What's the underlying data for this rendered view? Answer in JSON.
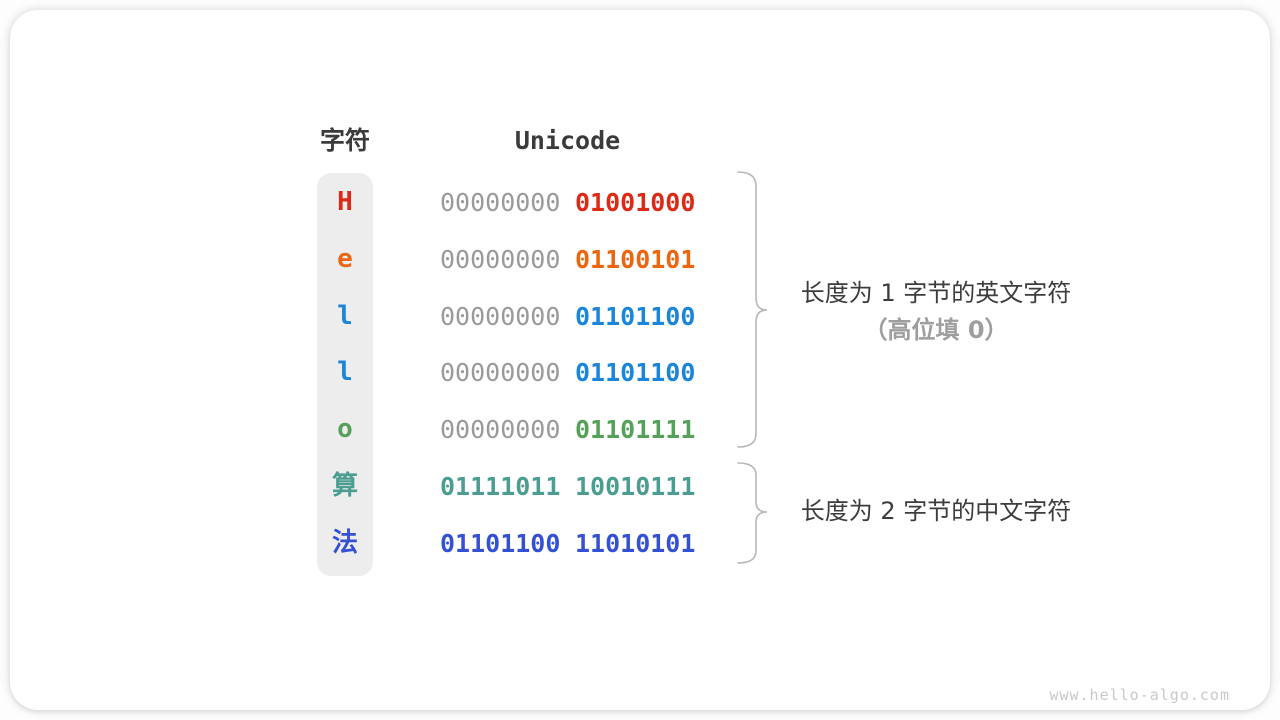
{
  "table": {
    "headers": [
      "字符",
      "Unicode"
    ],
    "rows": [
      {
        "char": "H",
        "byte1": "00000000",
        "byte2": "01001000",
        "color": "#dc2a16",
        "byte1_color": "#9a9a9a"
      },
      {
        "char": "e",
        "byte1": "00000000",
        "byte2": "01100101",
        "color": "#ec6511",
        "byte1_color": "#9a9a9a"
      },
      {
        "char": "l",
        "byte1": "00000000",
        "byte2": "01101100",
        "color": "#1b86d9",
        "byte1_color": "#9a9a9a"
      },
      {
        "char": "l",
        "byte1": "00000000",
        "byte2": "01101100",
        "color": "#1b86d9",
        "byte1_color": "#9a9a9a"
      },
      {
        "char": "o",
        "byte1": "00000000",
        "byte2": "01101111",
        "color": "#55a15a",
        "byte1_color": "#9a9a9a"
      },
      {
        "char": "算",
        "byte1": "01111011",
        "byte2": "10010111",
        "color": "#4a9d90",
        "byte1_color": "#4a9d90"
      },
      {
        "char": "法",
        "byte1": "01101100",
        "byte2": "11010101",
        "color": "#3351d2",
        "byte1_color": "#3351d2"
      }
    ]
  },
  "annotations": {
    "group1_line1": "长度为 1 字节的英文字符",
    "group1_line2": "（高位填 0）",
    "group2_line1": "长度为 2 字节的中文字符"
  },
  "watermark": "www.hello-algo.com",
  "palette": {
    "header_text": "#3b3b3b",
    "annotation_text": "#3c3c3c",
    "annotation_sub_text": "#9e9e9e",
    "zero_padding_gray": "#9a9a9a",
    "pill_background": "#ededed",
    "brace_stroke": "#b8b8b8",
    "watermark_gray": "#c9c9c9"
  }
}
